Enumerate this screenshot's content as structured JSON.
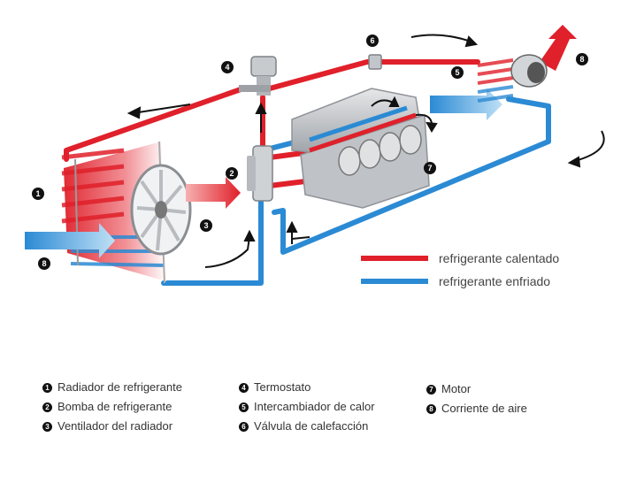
{
  "legend": {
    "hot": {
      "label": "refrigerante calentado",
      "color": "#e0202a"
    },
    "cold": {
      "label": "refrigerante enfriado",
      "color": "#2b8ad4"
    }
  },
  "callouts": [
    "1",
    "2",
    "3",
    "4",
    "5",
    "6",
    "7",
    "8",
    "8"
  ],
  "key": {
    "col1": [
      {
        "num": "1",
        "label": "Radiador de refrigerante"
      },
      {
        "num": "2",
        "label": "Bomba de refrigerante"
      },
      {
        "num": "3",
        "label": "Ventilador del radiador"
      }
    ],
    "col2": [
      {
        "num": "4",
        "label": "Termostato"
      },
      {
        "num": "5",
        "label": "Intercambiador de calor"
      },
      {
        "num": "6",
        "label": "Válvula de calefacción"
      }
    ],
    "col3": [
      {
        "num": "7",
        "label": "Motor"
      },
      {
        "num": "8",
        "label": "Corriente de aire"
      }
    ]
  },
  "icons": [
    "radiator-icon",
    "fan-icon",
    "pump-icon",
    "thermostat-icon",
    "valve-icon",
    "heater-core-icon",
    "blower-icon",
    "engine-icon",
    "airflow-arrow-icon"
  ]
}
